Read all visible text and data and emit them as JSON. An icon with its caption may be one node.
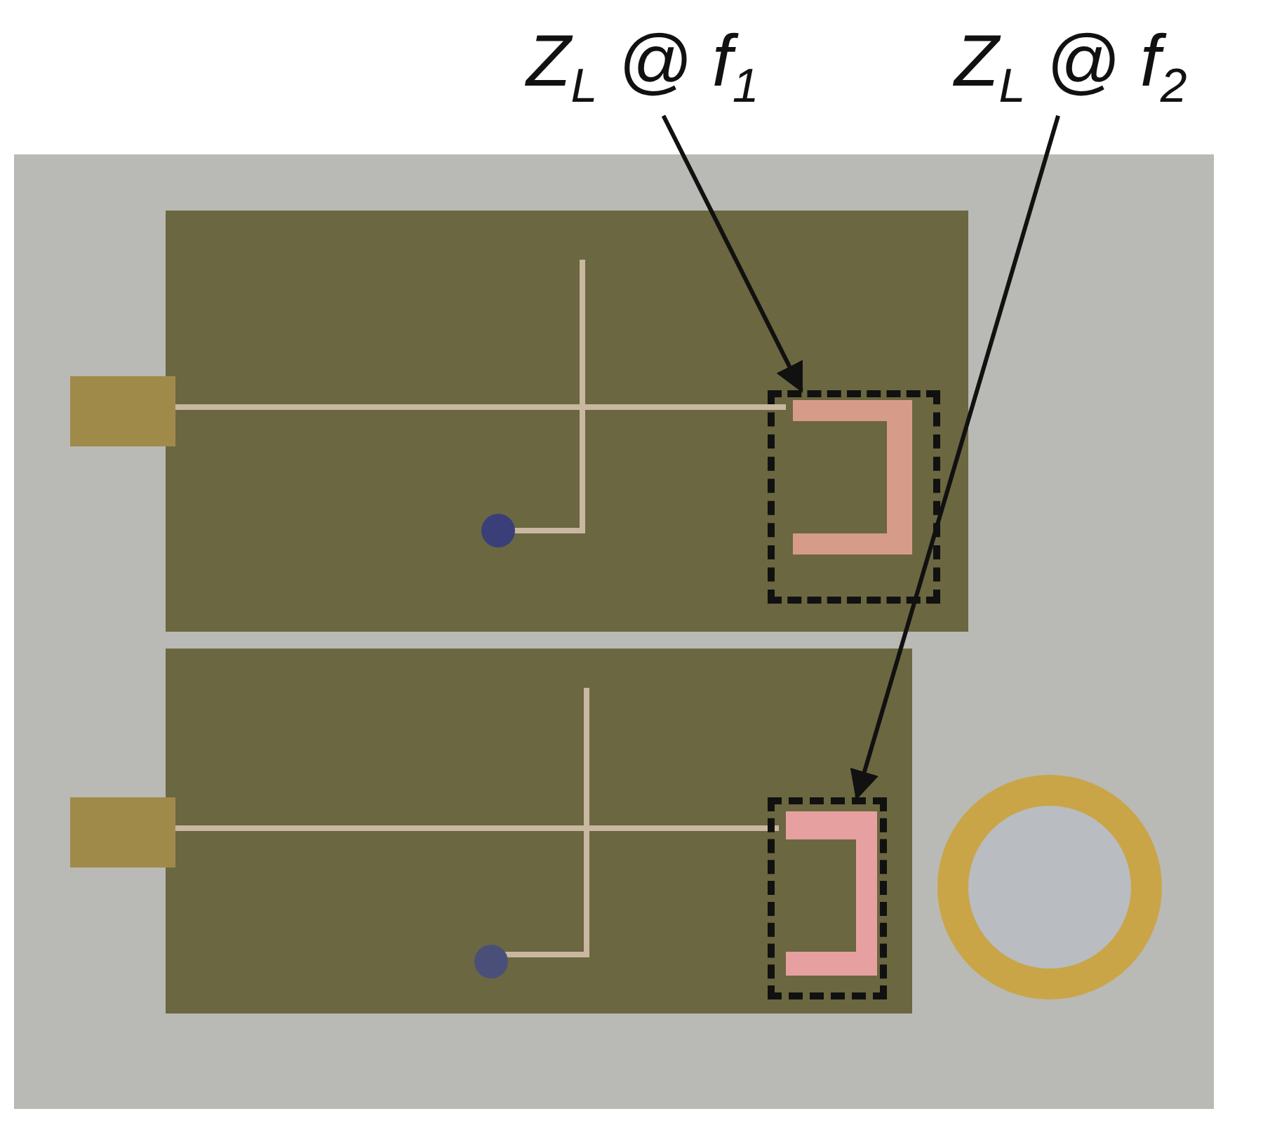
{
  "diagram": {
    "nodes": [
      {
        "text": [
          "Z$_{L}$ @ f$_{1}$"
        ]
      },
      {
        "text": [],
        "shape": "box"
      },
      {
        "text": [
          "Z$_{L}$ @ f$_{2}$"
        ]
      },
      {
        "text": [],
        "shape": "box"
      }
    ],
    "edges": [
      {
        "from": 0,
        "to": 1,
        "arrow": "to"
      },
      {
        "from": 2,
        "to": 3,
        "arrow": "to"
      }
    ]
  }
}
